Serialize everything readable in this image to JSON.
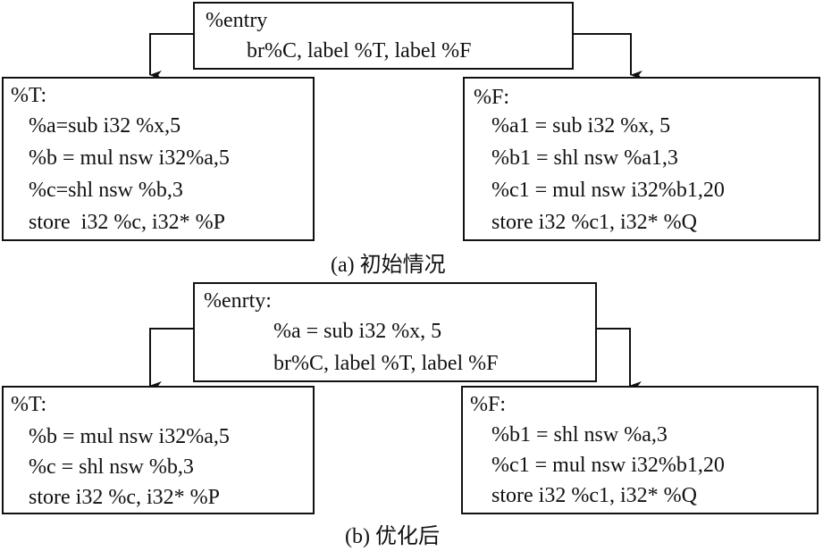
{
  "panel_a": {
    "caption": "(a) 初始情况",
    "entry": {
      "header": "%entry",
      "lines": [
        "br%C, label %T, label %F"
      ]
    },
    "t_block": {
      "header": "%T:",
      "lines": [
        "%a=sub i32 %x,5",
        "%b = mul nsw i32%a,5",
        "%c=shl nsw %b,3",
        "store  i32 %c, i32* %P"
      ]
    },
    "f_block": {
      "header": "%F:",
      "lines": [
        "%a1 = sub i32 %x, 5",
        "%b1 = shl nsw %a1,3",
        "%c1 = mul nsw i32%b1,20",
        "store i32 %c1, i32* %Q"
      ]
    }
  },
  "panel_b": {
    "caption": "(b) 优化后",
    "entry": {
      "header": "%enrty:",
      "lines": [
        "%a = sub i32 %x, 5",
        "br%C, label %T, label %F"
      ]
    },
    "t_block": {
      "header": "%T:",
      "lines": [
        "%b = mul nsw i32%a,5",
        "%c = shl nsw %b,3",
        "store i32 %c, i32* %P"
      ]
    },
    "f_block": {
      "header": "%F:",
      "lines": [
        "%b1 = shl nsw %a,3",
        "%c1 = mul nsw i32%b1,20",
        "store i32 %c1, i32* %Q"
      ]
    }
  }
}
